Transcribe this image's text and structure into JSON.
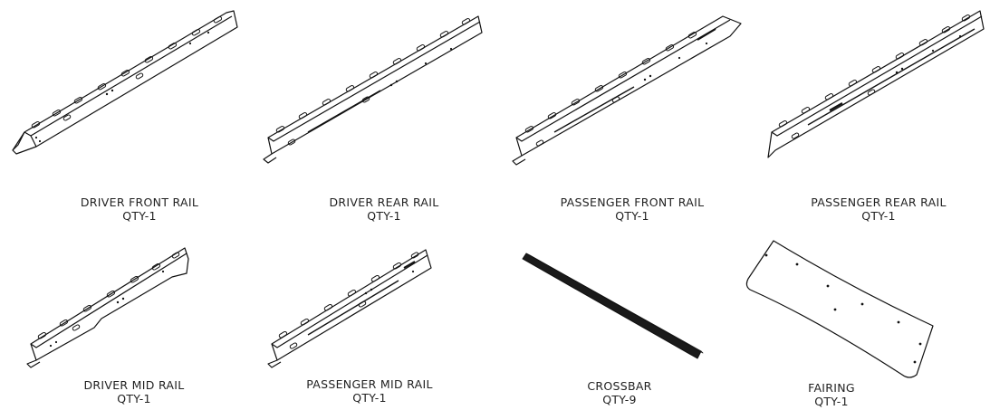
{
  "parts": [
    {
      "id": "driver-front-rail",
      "name": "DRIVER FRONT RAIL",
      "qty": "QTY-1"
    },
    {
      "id": "driver-rear-rail",
      "name": "DRIVER REAR RAIL",
      "qty": "QTY-1"
    },
    {
      "id": "passenger-front-rail",
      "name": "PASSENGER FRONT RAIL",
      "qty": "QTY-1"
    },
    {
      "id": "passenger-rear-rail",
      "name": "PASSENGER REAR RAIL",
      "qty": "QTY-1"
    },
    {
      "id": "driver-mid-rail",
      "name": "DRIVER MID RAIL",
      "qty": "QTY-1"
    },
    {
      "id": "passenger-mid-rail",
      "name": "PASSENGER MID RAIL",
      "qty": "QTY-1"
    },
    {
      "id": "crossbar",
      "name": "CROSSBAR",
      "qty": "QTY-9"
    },
    {
      "id": "fairing",
      "name": "FAIRING",
      "qty": "QTY-1"
    }
  ]
}
